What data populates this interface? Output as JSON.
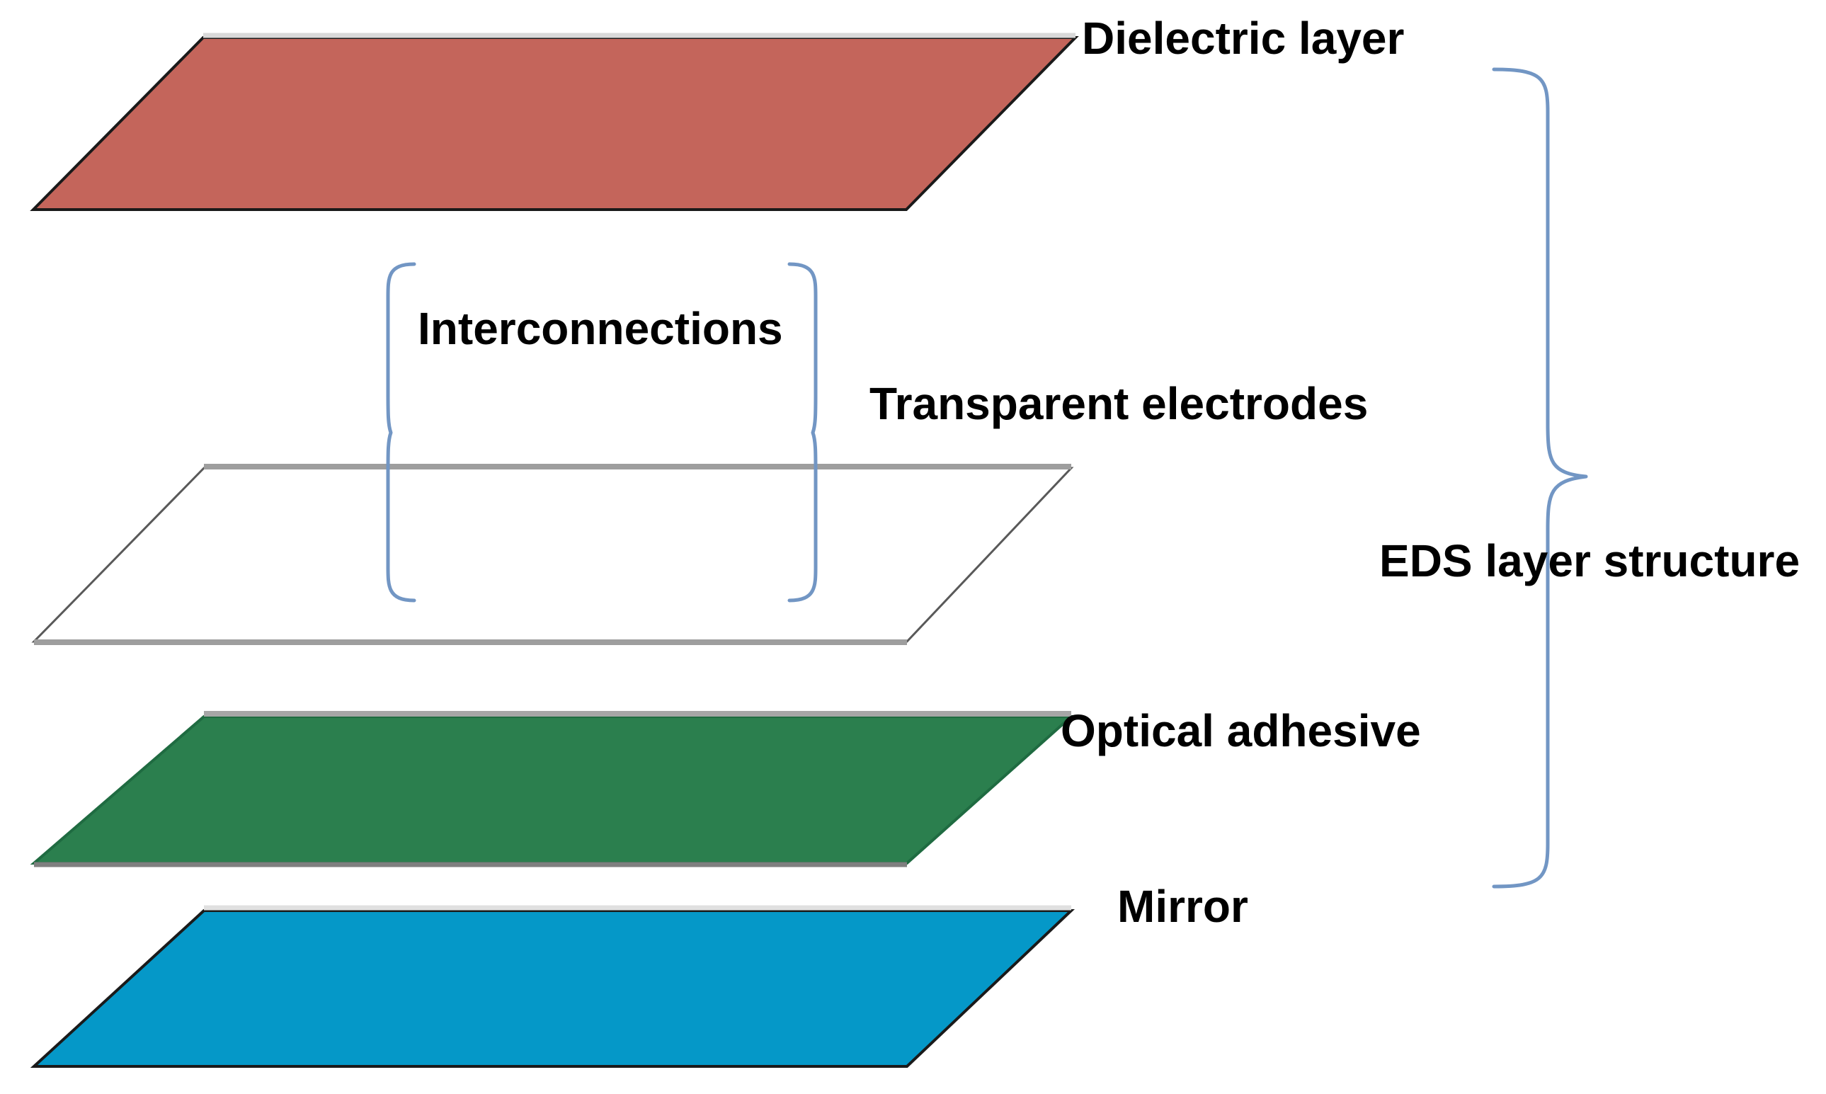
{
  "diagram": {
    "title": "EDS layer structure stack diagram",
    "background_color": "#ffffff",
    "text_color": "#000000",
    "bracket_color": "#7296c4"
  },
  "layers": [
    {
      "id": "dielectric",
      "label": "Dielectric layer",
      "fill": "#c4655b",
      "stroke": "#1a1a1a",
      "filled": true
    },
    {
      "id": "transparent-electrodes",
      "label": "Transparent electrodes",
      "fill": "#ffffff",
      "stroke": "#595959",
      "filled": false
    },
    {
      "id": "optical-adhesive",
      "label": "Optical adhesive",
      "fill": "#2b7f4e",
      "stroke": "#1a1a1a",
      "filled": true
    },
    {
      "id": "mirror",
      "label": "Mirror",
      "fill": "#0598c8",
      "stroke": "#1a1a1a",
      "filled": true
    }
  ],
  "annotations": {
    "interconnections": {
      "label": "Interconnections",
      "bracket_color": "#7296c4"
    },
    "eds_structure": {
      "label": "EDS layer structure",
      "bracket_color": "#7296c4"
    }
  }
}
